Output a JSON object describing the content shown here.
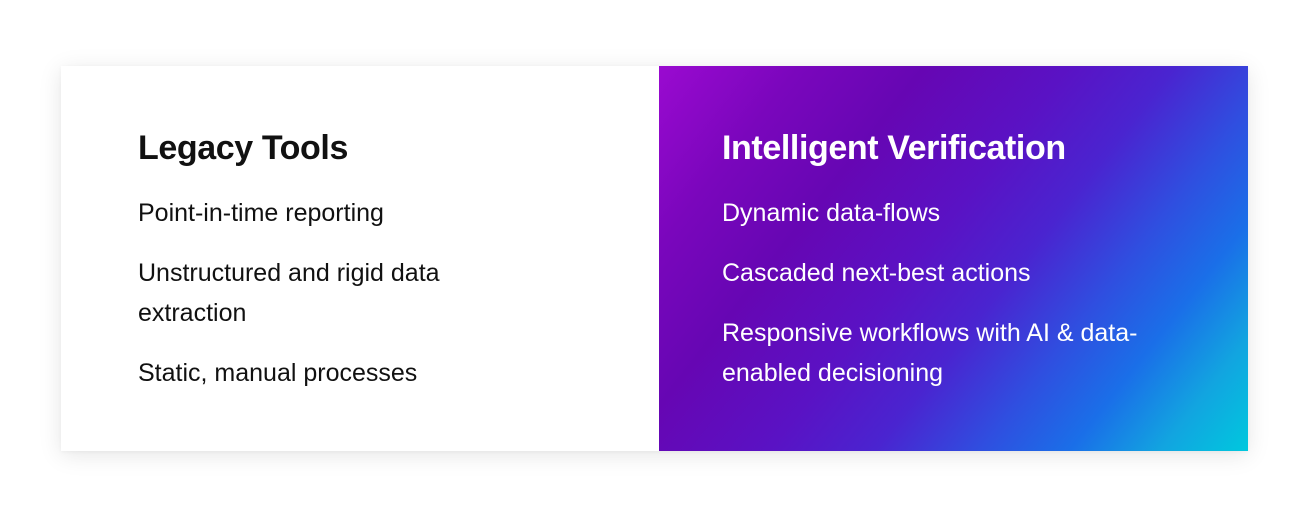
{
  "left_panel": {
    "title": "Legacy Tools",
    "items": [
      "Point-in-time reporting",
      "Unstructured and rigid data extraction",
      "Static, manual processes"
    ]
  },
  "right_panel": {
    "title": "Intelligent Verification",
    "items": [
      "Dynamic data-flows",
      "Cascaded next-best actions",
      "Responsive workflows with AI & data-enabled decisioning"
    ]
  },
  "colors": {
    "left_background": "#ffffff",
    "left_text": "#111111",
    "right_gradient_start": "#9a0ad0",
    "right_gradient_mid": "#5a12c4",
    "right_gradient_end": "#00c8de",
    "right_text": "#ffffff"
  }
}
